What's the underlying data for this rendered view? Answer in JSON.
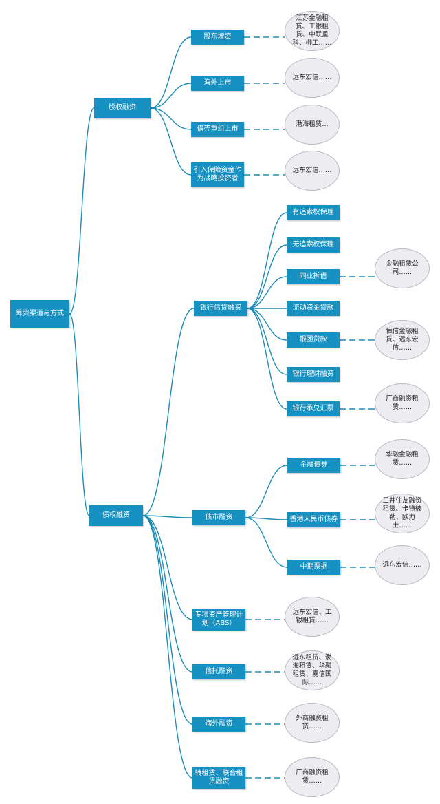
{
  "colors": {
    "node_fill": "#1790c2",
    "connector": "#1b8cb8",
    "leaf_fill": "#ececf1",
    "leaf_border": "#b9b9c2",
    "node_text": "#ffffff"
  },
  "root": {
    "label": "筹资渠道与方式"
  },
  "equity": {
    "label": "股权融资",
    "items": [
      {
        "label": "股东增资",
        "example": "江苏金融租赁、工银租赁、中联重科、柳工……"
      },
      {
        "label": "海外上市",
        "example": "远东宏信……"
      },
      {
        "label": "借壳重组上市",
        "example": "渤海租赁…"
      },
      {
        "label": "引入保险资金作为战略投资者",
        "example": "远东宏信……"
      }
    ]
  },
  "debt": {
    "label": "债权融资",
    "bank": {
      "label": "银行信贷融资",
      "items": [
        {
          "label": "有追索权保理",
          "example": ""
        },
        {
          "label": "无追索权保理",
          "example": ""
        },
        {
          "label": "同业拆借",
          "example": "金融租赁公司……"
        },
        {
          "label": "流动资金贷款",
          "example": ""
        },
        {
          "label": "银团贷款",
          "example": "恒信金融租赁、远东宏信……"
        },
        {
          "label": "银行理财融资",
          "example": ""
        },
        {
          "label": "银行承兑汇票",
          "example": "厂商融资租赁……"
        }
      ]
    },
    "bond": {
      "label": "债市融资",
      "items": [
        {
          "label": "金融债券",
          "example": "华融金融租赁……"
        },
        {
          "label": "香港人民币债券",
          "example": "三井住友融资租赁、卡特彼勒、欧力士……"
        },
        {
          "label": "中期票据",
          "example": "远东宏信……"
        }
      ]
    },
    "items": [
      {
        "label": "专项资产管理计划（ABS）",
        "example": "远东宏信、工银租赁……"
      },
      {
        "label": "信托融资",
        "example": "远东租赁、渤海租赁、华融租赁、嘉信国际……"
      },
      {
        "label": "海外融资",
        "example": "外商融资租赁……"
      },
      {
        "label": "转租赁、联合租赁融资",
        "example": "厂商融资租赁……"
      }
    ]
  }
}
